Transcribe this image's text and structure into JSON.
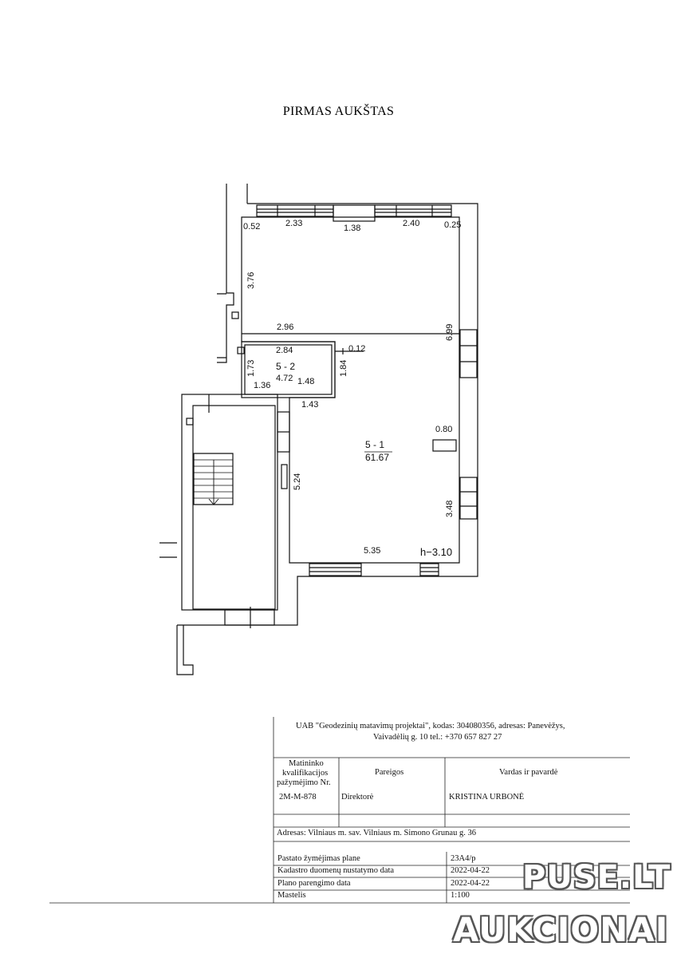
{
  "title": "PIRMAS AUKŠTAS",
  "dims": {
    "d052": "0.52",
    "d233": "2.33",
    "d138": "1.38",
    "d240": "2.40",
    "d025": "0.25",
    "d376": "3.76",
    "d296": "2.96",
    "d284": "2.84",
    "d012": "0.12",
    "d699": "6.99",
    "d173": "1.73",
    "d184": "1.84",
    "d136": "1.36",
    "d148": "1.48",
    "d143": "1.43",
    "d080": "0.80",
    "d524": "5.24",
    "d348": "3.48",
    "d535": "5.35",
    "height": "h−3.10"
  },
  "rooms": {
    "room52_id": "5 - 2",
    "room52_area": "4.72",
    "room51_id": "5 - 1",
    "room51_area": "61.67"
  },
  "titleblock": {
    "company_line1": "UAB \"Geodezinių matavimų projektai\", kodas: 304080356, adresas: Panevėžys,",
    "company_line2": "Vaivadėlių g. 10 tel.: +370 657 827 27",
    "cert_header_1": "Matininko",
    "cert_header_2": "kvalifikacijos",
    "cert_header_3": "pažymėjimo Nr.",
    "position_header": "Pareigos",
    "name_header": "Vardas ir pavardė",
    "cert_no": "2M-M-878",
    "position": "Direktorė",
    "name": "KRISTINA URBONĖ",
    "address": "Adresas: Vilniaus m. sav. Vilniaus m. Simono Grunau g. 36",
    "row1_label": "Pastato žymėjimas plane",
    "row1_value": "23A4/p",
    "row2_label": "Kadastro duomenų nustatymo data",
    "row2_value": "2022-04-22",
    "row3_label": "Plano parengimo data",
    "row3_value": "2022-04-22",
    "row4_label": "Mastelis",
    "row4_value": "1:100"
  },
  "watermark": {
    "line1": "PUSE.LT",
    "line2": "AUKCIONAI"
  }
}
